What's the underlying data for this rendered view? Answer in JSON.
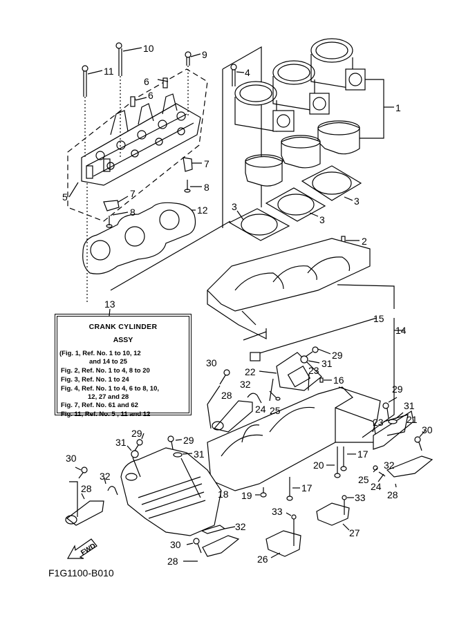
{
  "diagram_code": "F1G1100-B010",
  "fwd_label": "FWD",
  "info_box": {
    "ref": "13",
    "title_line1": "CRANK CYLINDER",
    "title_line2": "ASSY",
    "lines": [
      "(Fig. 1, Ref. No. 1 to 10, 12",
      "and 14 to 25",
      "Fig. 2, Ref. No. 1 to 4, 8 to 20",
      "Fig. 3, Ref. No. 1 to 24",
      "Fig. 4, Ref. No. 1 to 4, 6 to 8, 10,",
      "12, 27 and 28",
      "Fig. 7, Ref. No. 61 and 62",
      "Fig. 11, Ref. No. 5 , 11 and 12"
    ]
  },
  "callouts": [
    {
      "id": "c10",
      "text": "10"
    },
    {
      "id": "c9",
      "text": "9"
    },
    {
      "id": "c11",
      "text": "11"
    },
    {
      "id": "c6a",
      "text": "6"
    },
    {
      "id": "c6b",
      "text": "6"
    },
    {
      "id": "c4",
      "text": "4"
    },
    {
      "id": "c1",
      "text": "1"
    },
    {
      "id": "c7a",
      "text": "7"
    },
    {
      "id": "c8a",
      "text": "8"
    },
    {
      "id": "c5",
      "text": "5"
    },
    {
      "id": "c7b",
      "text": "7"
    },
    {
      "id": "c8b",
      "text": "8"
    },
    {
      "id": "c12",
      "text": "12"
    },
    {
      "id": "c3a",
      "text": "3"
    },
    {
      "id": "c3b",
      "text": "3"
    },
    {
      "id": "c3c",
      "text": "3"
    },
    {
      "id": "c2",
      "text": "2"
    },
    {
      "id": "c15",
      "text": "15"
    },
    {
      "id": "c14",
      "text": "14"
    },
    {
      "id": "c29a",
      "text": "29"
    },
    {
      "id": "c31a",
      "text": "31"
    },
    {
      "id": "c30a",
      "text": "30"
    },
    {
      "id": "c22",
      "text": "22"
    },
    {
      "id": "c23a",
      "text": "23"
    },
    {
      "id": "c16",
      "text": "16"
    },
    {
      "id": "c32a",
      "text": "32"
    },
    {
      "id": "c28a",
      "text": "28"
    },
    {
      "id": "c24a",
      "text": "24"
    },
    {
      "id": "c25a",
      "text": "25"
    },
    {
      "id": "c29b",
      "text": "29"
    },
    {
      "id": "c31b",
      "text": "31"
    },
    {
      "id": "c21",
      "text": "21"
    },
    {
      "id": "c23b",
      "text": "23"
    },
    {
      "id": "c30b",
      "text": "30"
    },
    {
      "id": "c17a",
      "text": "17"
    },
    {
      "id": "c20",
      "text": "20"
    },
    {
      "id": "c32b",
      "text": "32"
    },
    {
      "id": "c25b",
      "text": "25"
    },
    {
      "id": "c24b",
      "text": "24"
    },
    {
      "id": "c28b",
      "text": "28"
    },
    {
      "id": "c29c",
      "text": "29"
    },
    {
      "id": "c31c",
      "text": "31"
    },
    {
      "id": "c29d",
      "text": "29"
    },
    {
      "id": "c31d",
      "text": "31"
    },
    {
      "id": "c30c",
      "text": "30"
    },
    {
      "id": "c32c",
      "text": "32"
    },
    {
      "id": "c28c",
      "text": "28"
    },
    {
      "id": "c18",
      "text": "18"
    },
    {
      "id": "c19",
      "text": "19"
    },
    {
      "id": "c17b",
      "text": "17"
    },
    {
      "id": "c33a",
      "text": "33"
    },
    {
      "id": "c33b",
      "text": "33"
    },
    {
      "id": "c27",
      "text": "27"
    },
    {
      "id": "c26",
      "text": "26"
    },
    {
      "id": "c32d",
      "text": "32"
    },
    {
      "id": "c30d",
      "text": "30"
    },
    {
      "id": "c28d",
      "text": "28"
    }
  ]
}
